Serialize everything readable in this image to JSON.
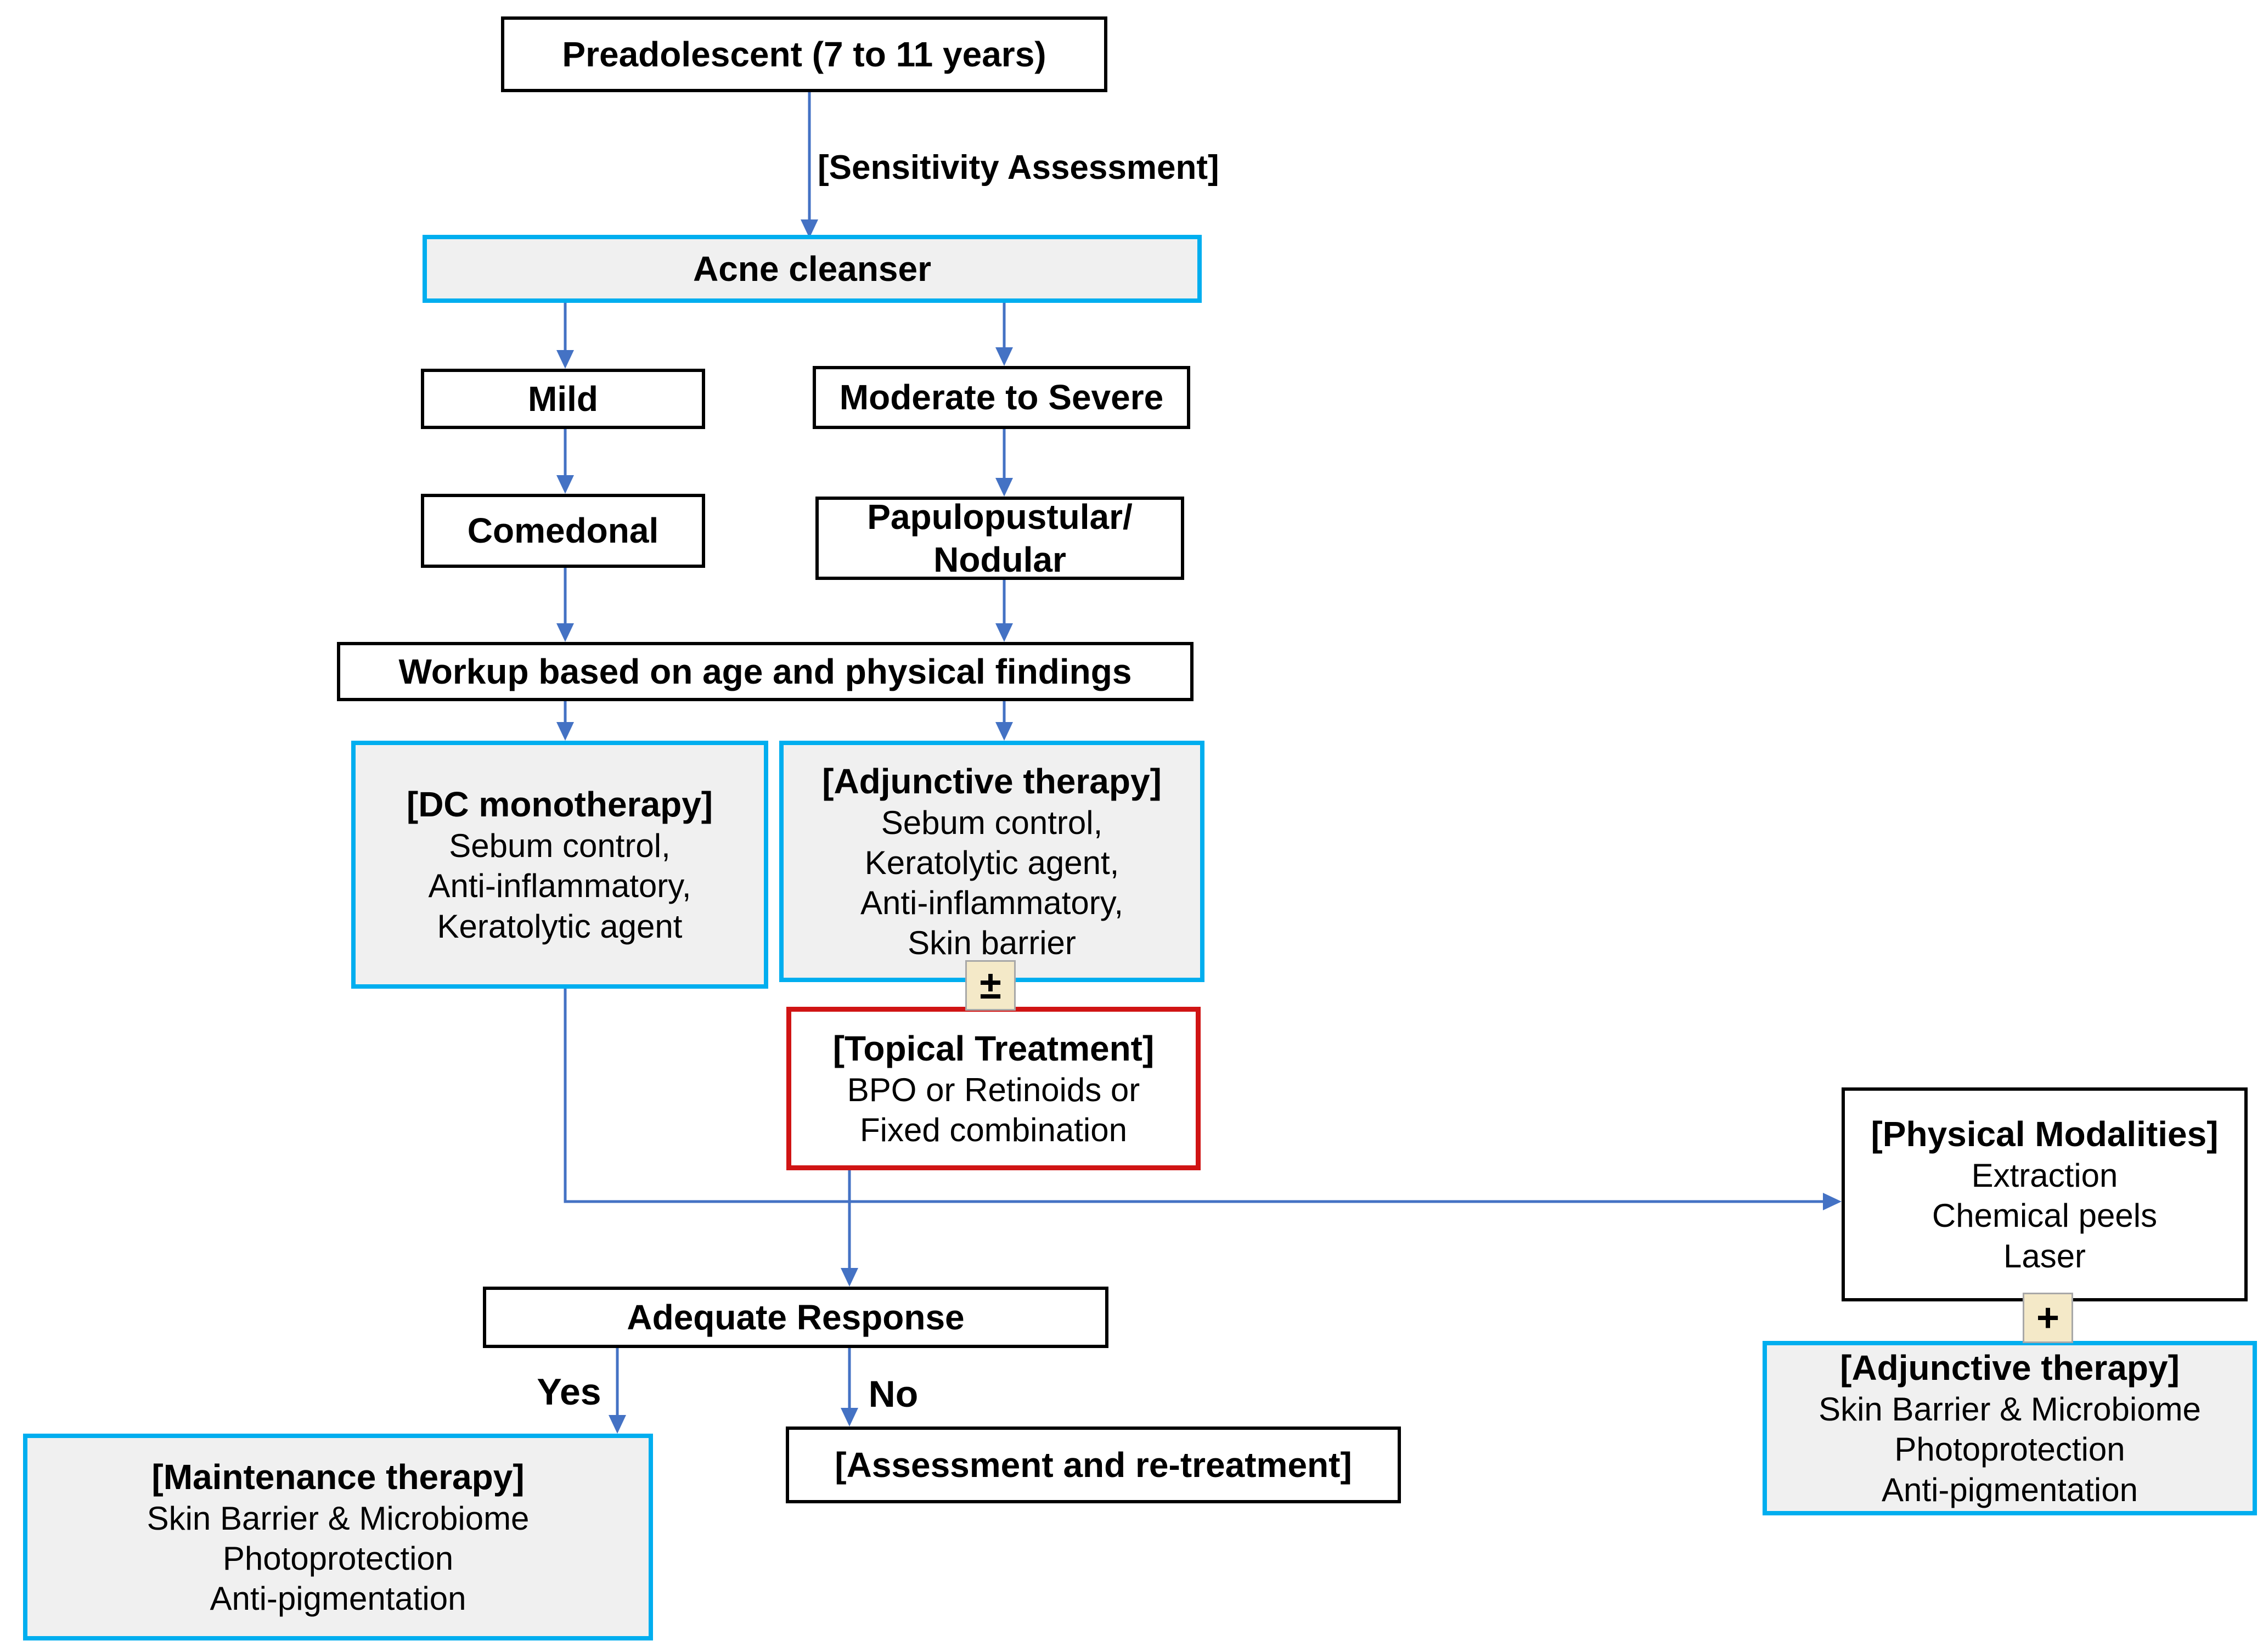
{
  "palette": {
    "arrow_blue": "#4472C4",
    "cyan_border": "#00AEEF",
    "red_border": "#D01414",
    "black_border": "#000000",
    "node_fill_gray": "#F0F0F0",
    "node_fill_white": "#FFFFFF",
    "badge_fill": "#F4E9C8",
    "badge_border": "#A8A8A8",
    "text_color": "#000000"
  },
  "diagram": {
    "nodes": {
      "preadolescent": {
        "title": "Preadolescent (7 to 11 years)"
      },
      "acne_cleanser": {
        "title": "Acne cleanser"
      },
      "mild": {
        "title": "Mild"
      },
      "moderate_to_severe": {
        "title": "Moderate to Severe"
      },
      "comedonal": {
        "title": "Comedonal"
      },
      "papulopustular_nodular": {
        "lines": [
          "Papulopustular/",
          "Nodular"
        ]
      },
      "workup": {
        "title": "Workup based on age and physical findings"
      },
      "dc_monotherapy": {
        "title": "[DC monotherapy]",
        "lines": [
          "Sebum control,",
          "Anti-inflammatory,",
          "Keratolytic agent"
        ]
      },
      "adjunctive_therapy_mid": {
        "title": "[Adjunctive therapy]",
        "lines": [
          "Sebum control,",
          "Keratolytic agent,",
          "Anti-inflammatory,",
          "Skin barrier"
        ]
      },
      "topical_treatment": {
        "title": "[Topical Treatment]",
        "lines": [
          "BPO or Retinoids or",
          "Fixed combination"
        ]
      },
      "physical_modalities": {
        "title": "[Physical Modalities]",
        "lines": [
          "Extraction",
          "Chemical peels",
          "Laser"
        ]
      },
      "adjunctive_therapy_right": {
        "title": "[Adjunctive therapy]",
        "lines": [
          "Skin Barrier & Microbiome",
          "Photoprotection",
          "Anti-pigmentation"
        ]
      },
      "adequate_response": {
        "title": "Adequate Response"
      },
      "maintenance_therapy": {
        "title": "[Maintenance therapy]",
        "lines": [
          "Skin Barrier & Microbiome",
          "Photoprotection",
          "Anti-pigmentation"
        ]
      },
      "assessment_retreatment": {
        "title": "[Assessment and re-treatment]"
      }
    },
    "edge_labels": {
      "sensitivity": "[Sensitivity Assessment]",
      "yes": "Yes",
      "no": "No",
      "plus_minus": "±",
      "plus": "+"
    }
  }
}
